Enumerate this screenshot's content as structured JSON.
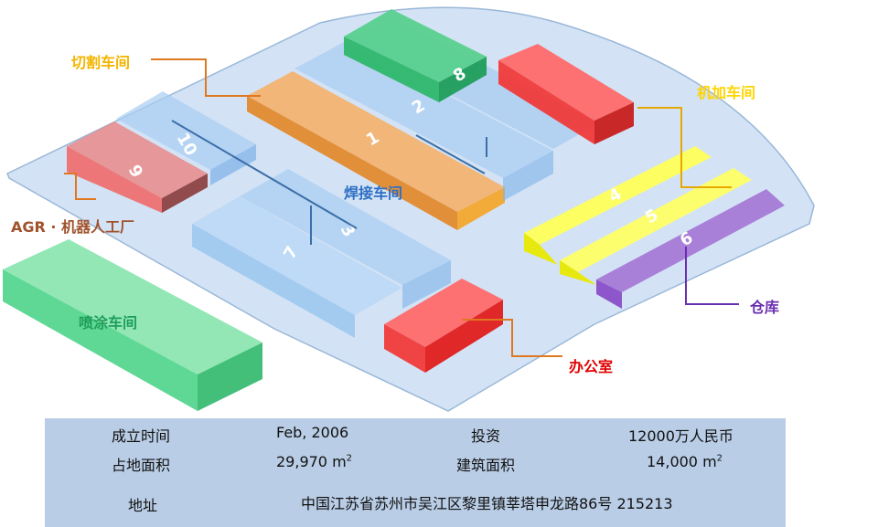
{
  "labels": {
    "cutting": "切割车间",
    "machining": "机加车间",
    "welding": "焊接车间",
    "agr": "AGR · 机器人工厂",
    "painting": "喷涂车间",
    "warehouse": "仓库",
    "office": "办公室"
  },
  "label_colors": {
    "cutting": "#f4b400",
    "machining": "#ffd400",
    "welding": "#2e6fc4",
    "agr": "#a0522d",
    "painting": "#1f9e5a",
    "warehouse": "#6a2fb0",
    "office": "#e00000"
  },
  "building_numbers": [
    "1",
    "2",
    "3",
    "4",
    "5",
    "6",
    "7",
    "8",
    "9",
    "10"
  ],
  "info": {
    "established_label": "成立时间",
    "established_value": "Feb, 2006",
    "investment_label": "投资",
    "investment_value": "12000万人民币",
    "land_area_label": "占地面积",
    "land_area_value": "29,970 m",
    "land_area_unit_sup": "2",
    "building_area_label": "建筑面积",
    "building_area_value": "14,000 m",
    "building_area_unit_sup": "2",
    "address_label": "地址",
    "address_value": "中国江苏省苏州市吴江区黎里镇莘塔申龙路86号   215213"
  }
}
